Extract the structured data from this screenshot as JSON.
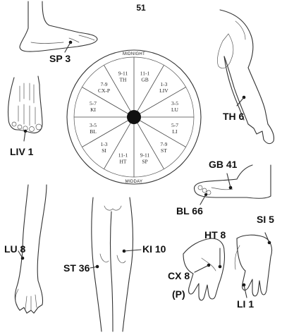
{
  "page_number": "51",
  "clock": {
    "top_label": "MIDNIGHT",
    "bottom_label": "MIDDAY",
    "segments": [
      {
        "time": "11-1",
        "meridian": "GB"
      },
      {
        "time": "1-3",
        "meridian": "LIV"
      },
      {
        "time": "3-5",
        "meridian": "LU"
      },
      {
        "time": "5-7",
        "meridian": "LI"
      },
      {
        "time": "7-9",
        "meridian": "ST"
      },
      {
        "time": "9-11",
        "meridian": "SP"
      },
      {
        "time": "11-1",
        "meridian": "HT"
      },
      {
        "time": "1-3",
        "meridian": "SI"
      },
      {
        "time": "3-5",
        "meridian": "BL"
      },
      {
        "time": "5-7",
        "meridian": "KI"
      },
      {
        "time": "7-9",
        "meridian": "CX-P"
      },
      {
        "time": "9-11",
        "meridian": "TH"
      }
    ]
  },
  "points": {
    "sp3": "SP 3",
    "th6": "TH 6",
    "liv1": "LIV 1",
    "gb41": "GB 41",
    "bl66": "BL 66",
    "lu8": "LU 8",
    "st36": "ST 36",
    "ki10": "KI 10",
    "ht8": "HT 8",
    "si5": "SI 5",
    "cx8": "CX 8",
    "p": "(P)",
    "li1": "LI 1"
  }
}
